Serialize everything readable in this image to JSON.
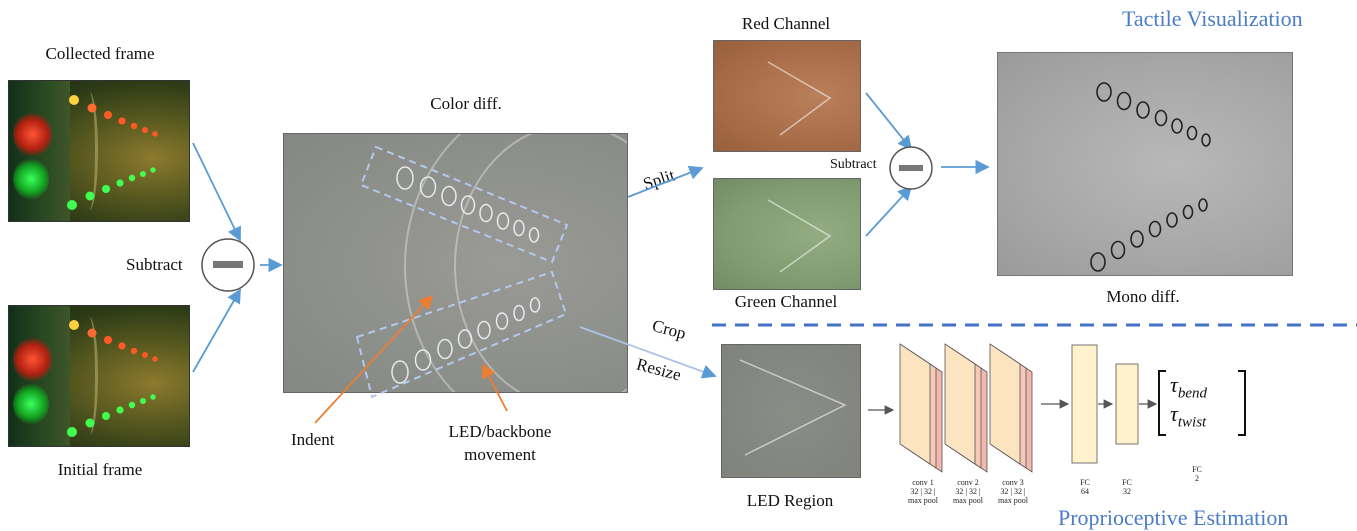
{
  "section_tactile": "Tactile Visualization",
  "section_proprio": "Proprioceptive Estimation",
  "labels": {
    "collected_frame": "Collected frame",
    "initial_frame": "Initial frame",
    "subtract_left": "Subtract",
    "color_diff": "Color diff.",
    "indent": "Indent",
    "led_backbone_1": "LED/backbone",
    "led_backbone_2": "movement",
    "split": "Split",
    "crop": "Crop",
    "resize": "Resize",
    "red_channel": "Red Channel",
    "green_channel": "Green Channel",
    "subtract_right": "Subtract",
    "mono_diff": "Mono diff.",
    "led_region": "LED Region"
  },
  "network": {
    "conv_layers": [
      {
        "line1": "conv 1",
        "line2": "32 | 32 |",
        "line3": "max pool"
      },
      {
        "line1": "conv 2",
        "line2": "32 | 32 |",
        "line3": "max pool"
      },
      {
        "line1": "conv 3",
        "line2": "32 | 32 |",
        "line3": "max pool"
      }
    ],
    "fc_layers": [
      {
        "line1": "FC",
        "line2": "64"
      },
      {
        "line1": "FC",
        "line2": "32"
      },
      {
        "line1": "FC",
        "line2": "2"
      }
    ],
    "output": {
      "tau": "τ",
      "sub_bend": "bend",
      "sub_twist": "twist"
    }
  },
  "colors": {
    "arrow_blue": "#5b9bd5",
    "arrow_orange": "#ed7d31",
    "dashed_line": "#4472c4",
    "section_text": "#4a7cc8",
    "conv_front": "#fce4c0",
    "conv_back": "#f2b8ae",
    "fc_fill": "#fff2cc"
  }
}
